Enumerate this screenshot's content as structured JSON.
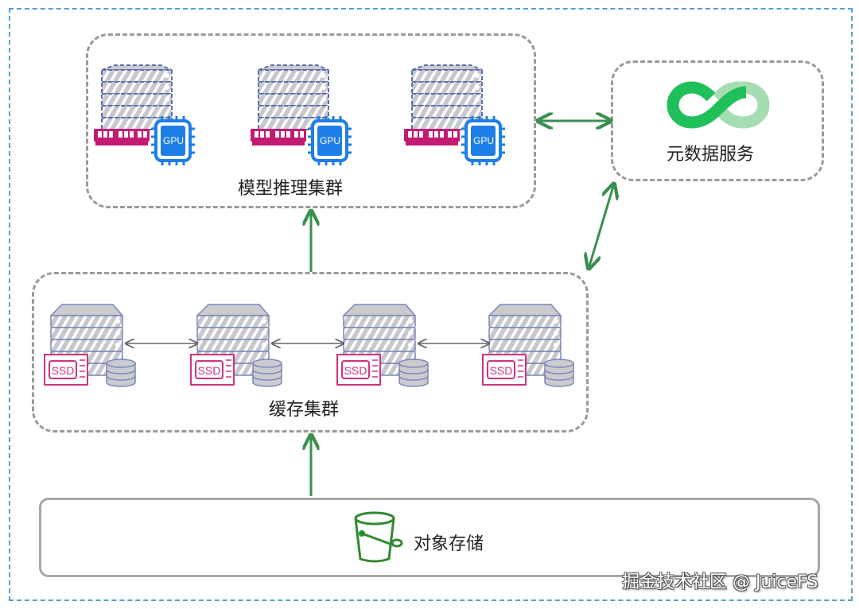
{
  "diagram": {
    "clusters": {
      "inference": {
        "label": "模型推理集群",
        "nodes": 3,
        "node_parts": [
          "server-icon",
          "memory-icon",
          "gpu-icon"
        ],
        "gpu_label": "GPU"
      },
      "metadata": {
        "label": "元数据服务"
      },
      "cache": {
        "label": "缓存集群",
        "nodes": 4,
        "node_parts": [
          "server-icon",
          "ssd-icon",
          "database-icon"
        ],
        "ssd_label": "SSD"
      },
      "object_storage": {
        "label": "对象存储"
      }
    },
    "connections": [
      {
        "from": "cache",
        "to": "inference",
        "type": "one-way"
      },
      {
        "from": "object_storage",
        "to": "cache",
        "type": "one-way"
      },
      {
        "from": "inference",
        "to": "metadata",
        "type": "two-way"
      },
      {
        "from": "cache",
        "to": "metadata",
        "type": "two-way"
      },
      {
        "from": "cache-node-1",
        "to": "cache-node-2",
        "type": "two-way"
      },
      {
        "from": "cache-node-2",
        "to": "cache-node-3",
        "type": "two-way"
      },
      {
        "from": "cache-node-3",
        "to": "cache-node-4",
        "type": "two-way"
      }
    ],
    "colors": {
      "arrow": "#3a8f4f",
      "gpu": "#1e7ee8",
      "memory": "#c41a72",
      "ssd": "#d0337f",
      "server": "#b9bec7",
      "logo_dark": "#1fbf5a",
      "logo_light": "#a6dcb2",
      "bucket": "#2f8a2f",
      "frame": "#5b9bd5"
    }
  },
  "watermark": "掘金技术社区 @ JuiceFS"
}
